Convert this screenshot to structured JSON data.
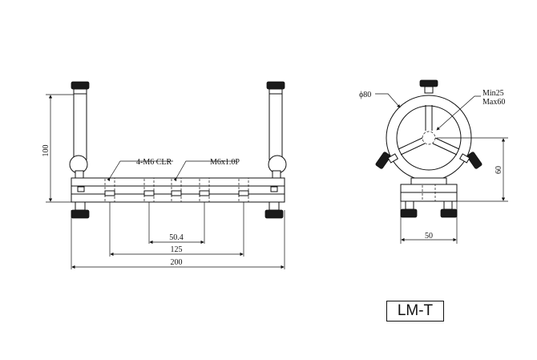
{
  "model": "LM-T",
  "front_view": {
    "height_label": "100",
    "hole_label": "4-M6 CLR",
    "thread_label": "M6x1.0P",
    "dim_inner": "50.4",
    "dim_middle": "125",
    "dim_outer": "200"
  },
  "side_view": {
    "diameter_label": "ϕ80",
    "range_min_label": "Min25",
    "range_max_label": "Max60",
    "height_label": "60",
    "width_label": "50"
  }
}
